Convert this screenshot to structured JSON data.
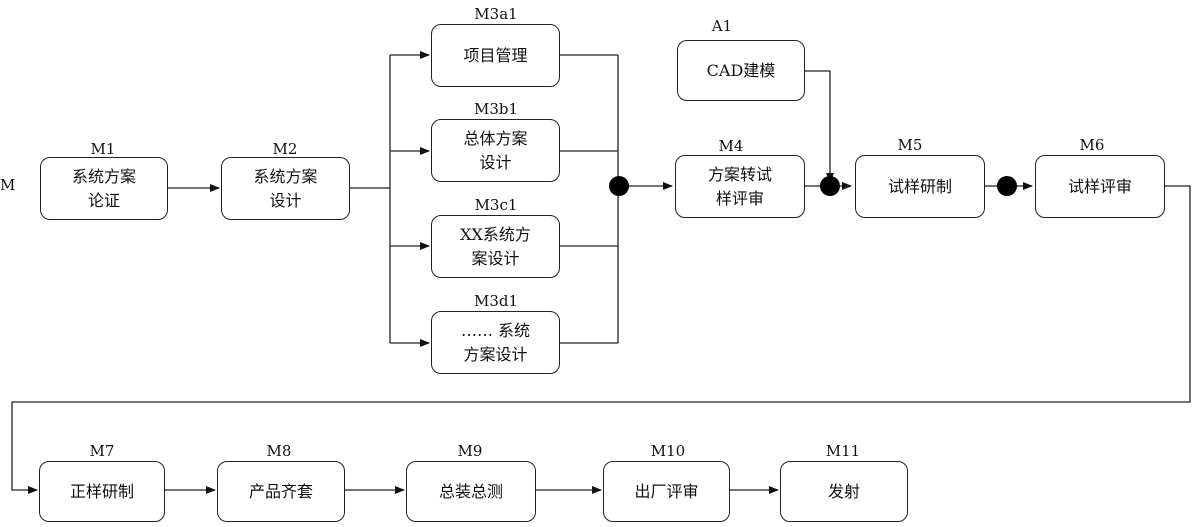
{
  "diagram": {
    "edge_label": "M",
    "nodes": [
      {
        "id": "M1",
        "label": "M1",
        "text": "系统方案\n论证"
      },
      {
        "id": "M2",
        "label": "M2",
        "text": "系统方案\n设计"
      },
      {
        "id": "M3a1",
        "label": "M3a1",
        "text": "项目管理"
      },
      {
        "id": "M3b1",
        "label": "M3b1",
        "text": "总体方案\n设计"
      },
      {
        "id": "M3c1",
        "label": "M3c1",
        "text": "XX系统方\n案设计"
      },
      {
        "id": "M3d1",
        "label": "M3d1",
        "text": "…… 系统\n方案设计"
      },
      {
        "id": "A1",
        "label": "A1",
        "text": "CAD建模"
      },
      {
        "id": "M4",
        "label": "M4",
        "text": "方案转试\n样评审"
      },
      {
        "id": "M5",
        "label": "M5",
        "text": "试样研制"
      },
      {
        "id": "M6",
        "label": "M6",
        "text": "试样评审"
      },
      {
        "id": "M7",
        "label": "M7",
        "text": "正样研制"
      },
      {
        "id": "M8",
        "label": "M8",
        "text": "产品齐套"
      },
      {
        "id": "M9",
        "label": "M9",
        "text": "总装总测"
      },
      {
        "id": "M10",
        "label": "M10",
        "text": "出厂评审"
      },
      {
        "id": "M11",
        "label": "M11",
        "text": "发射"
      }
    ]
  }
}
